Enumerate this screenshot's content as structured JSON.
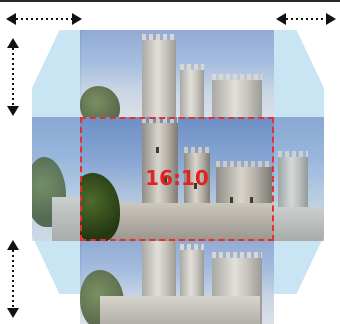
{
  "aspect_ratio_label": "16:10",
  "colors": {
    "crop_frame": "#e53030",
    "ratio_text": "#e02424",
    "side_panel": "#c9e4f3",
    "arrows": "#111111"
  },
  "icons": {
    "left_horizontal_arrow": "double-headed-arrow-dotted",
    "right_horizontal_arrow": "double-headed-arrow-dotted",
    "top_vertical_arrow": "double-headed-arrow-dotted",
    "bottom_vertical_arrow": "double-headed-arrow-dotted"
  }
}
